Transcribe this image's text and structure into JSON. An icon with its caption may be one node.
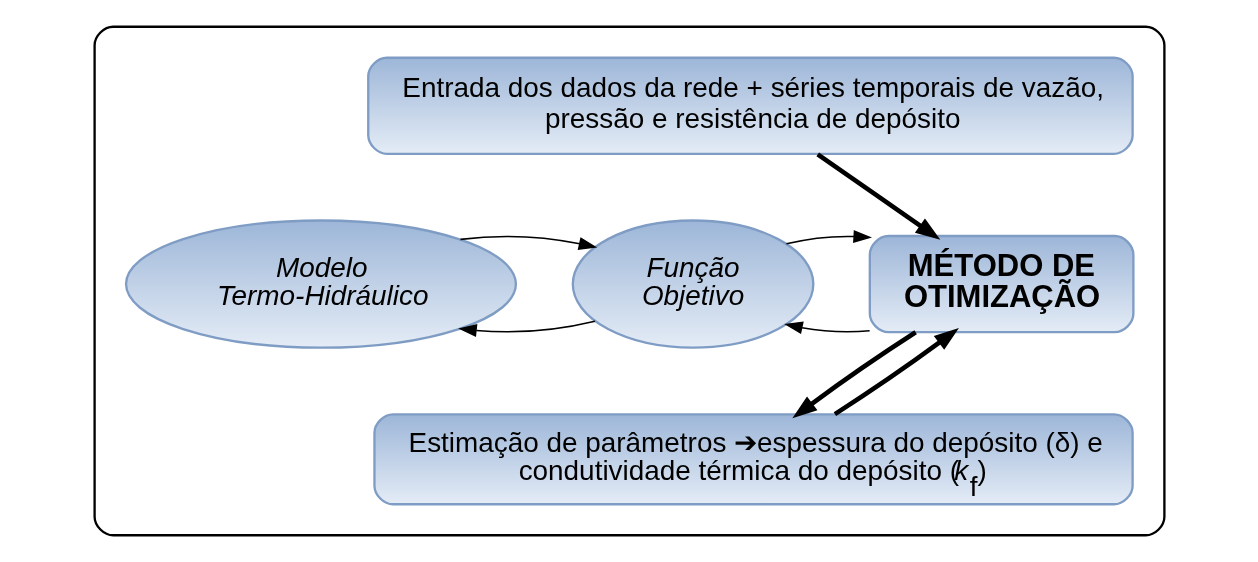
{
  "diagram": {
    "nodes": [
      {
        "text": [],
        "shape": "box"
      },
      {
        "text": [
          "Entrada dos dados da rede + séries temporais de vazão, pressão e resistência de depósito"
        ],
        "in": 0
      },
      {
        "text": [
          "MÉTODO DE OTIMIZAÇÃO"
        ],
        "in": 0
      },
      {
        "text": [
          "Função Objetivo"
        ],
        "in": 0
      },
      {
        "text": [
          "Modelo Termo-Hidráulico"
        ],
        "in": 0
      },
      {
        "text": [
          "Estimação de parâmetros ➔espessura do depósito (δ) e condutividade térmica do depósito (*k*$_{f}$)"
        ],
        "in": 0
      }
    ],
    "edges": [
      {
        "from": 1,
        "to": 2,
        "arrow": "to",
        "style": "thick"
      },
      {
        "from": 2,
        "to": 3,
        "arrow": "to"
      },
      {
        "from": 3,
        "to": 4,
        "arrow": "to"
      },
      {
        "from": 4,
        "to": 3,
        "arrow": "to"
      },
      {
        "from": 3,
        "to": 2,
        "arrow": "to"
      },
      {
        "from": 2,
        "to": 5,
        "arrow": "to",
        "style": "thick"
      },
      {
        "from": 5,
        "to": 2,
        "arrow": "to",
        "style": "thick"
      }
    ]
  }
}
